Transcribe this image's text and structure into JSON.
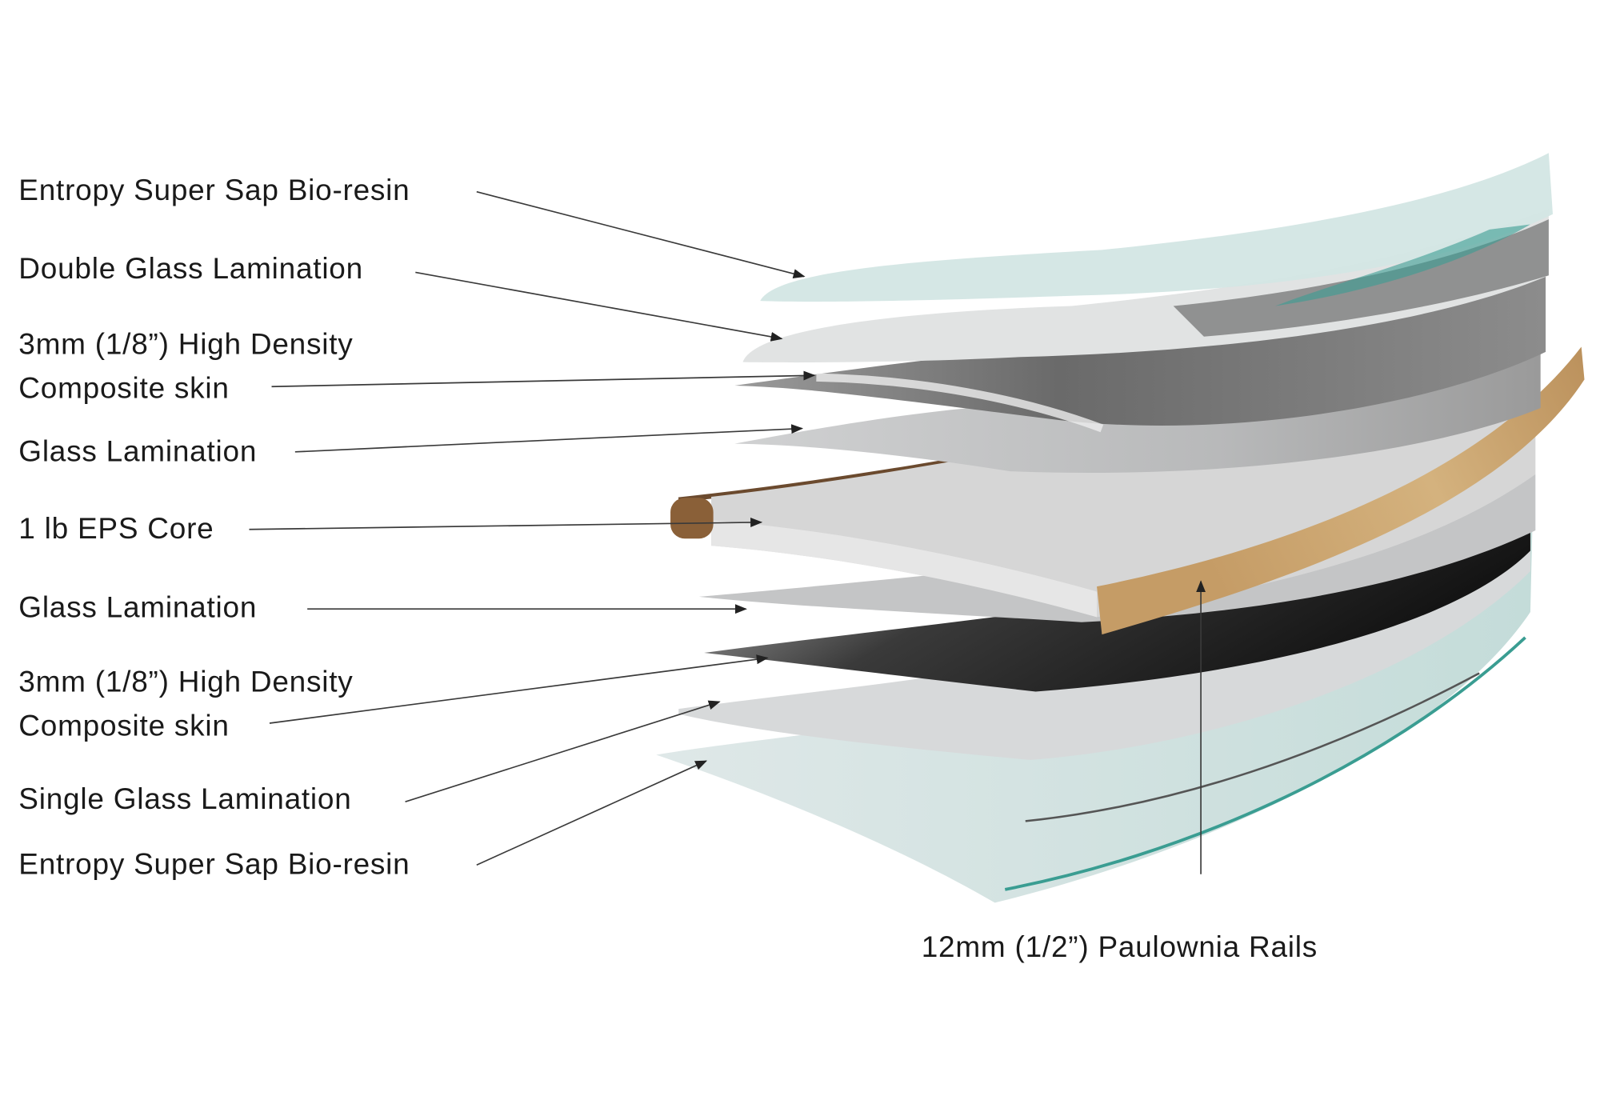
{
  "labels": {
    "top_resin": "Entropy Super Sap Bio-resin",
    "double_glass": "Double Glass Lamination",
    "top_skin_line1": "3mm (1/8”) High Density",
    "top_skin_line2": "Composite skin",
    "upper_glass": "Glass Lamination",
    "core": "1 lb EPS Core",
    "lower_glass": "Glass Lamination",
    "bottom_skin_line1": "3mm (1/8”) High Density",
    "bottom_skin_line2": "Composite skin",
    "single_glass": "Single Glass Lamination",
    "bottom_resin": "Entropy Super Sap Bio-resin",
    "rails": "12mm (1/2”) Paulownia Rails"
  },
  "colors": {
    "resin": "#d3e6e4",
    "resin_edge": "#3a9d92",
    "glass": "#d4d6d7",
    "skin_dark": "#1e1e1e",
    "core": "#d8d8d8",
    "wood": "#c9a06a"
  }
}
